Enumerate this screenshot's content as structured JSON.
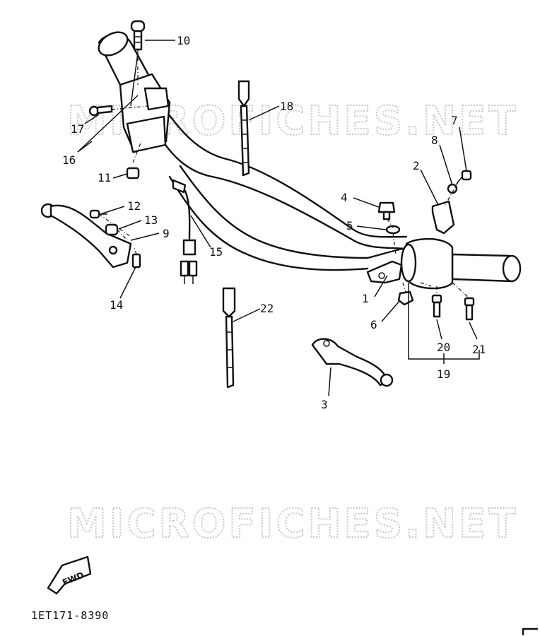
{
  "watermark": "MICROFICHES.NET",
  "fwd_label": "FWD",
  "drawing_code": "1ET171-8390",
  "callouts": {
    "c1": "1",
    "c2": "2",
    "c3": "3",
    "c4": "4",
    "c5": "5",
    "c6": "6",
    "c7": "7",
    "c8": "8",
    "c9": "9",
    "c10": "10",
    "c11": "11",
    "c12": "12",
    "c13": "13",
    "c14": "14",
    "c15": "15",
    "c16": "16",
    "c17": "17",
    "c18": "18",
    "c19": "19",
    "c20": "20",
    "c21": "21",
    "c22": "22"
  }
}
